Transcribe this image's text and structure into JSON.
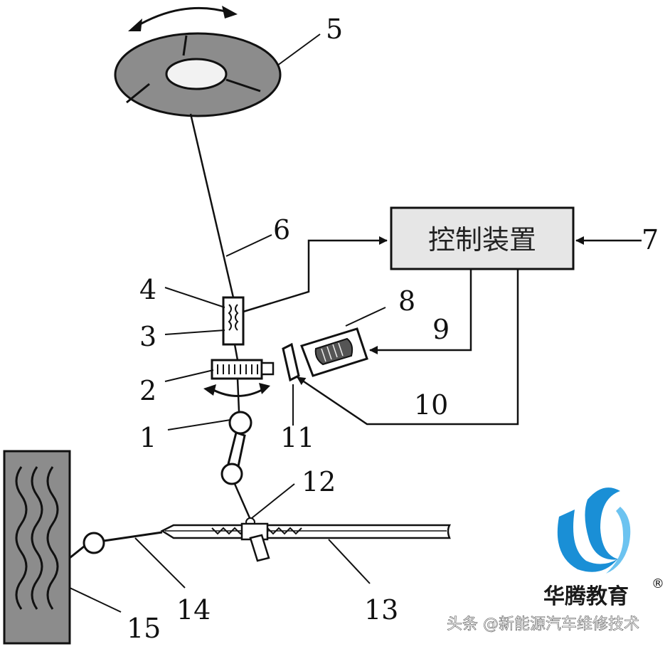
{
  "diagram": {
    "control_unit": "控制装置",
    "labels": [
      "1",
      "2",
      "3",
      "4",
      "5",
      "6",
      "7",
      "8",
      "9",
      "10",
      "11",
      "12",
      "13",
      "14",
      "15"
    ]
  },
  "logo": {
    "name": "华腾教育",
    "mark": "®",
    "colors": {
      "primary": "#1a8fd6",
      "light": "#6cc3f0"
    }
  },
  "watermark": "头条 @新能源汽车维修技术"
}
